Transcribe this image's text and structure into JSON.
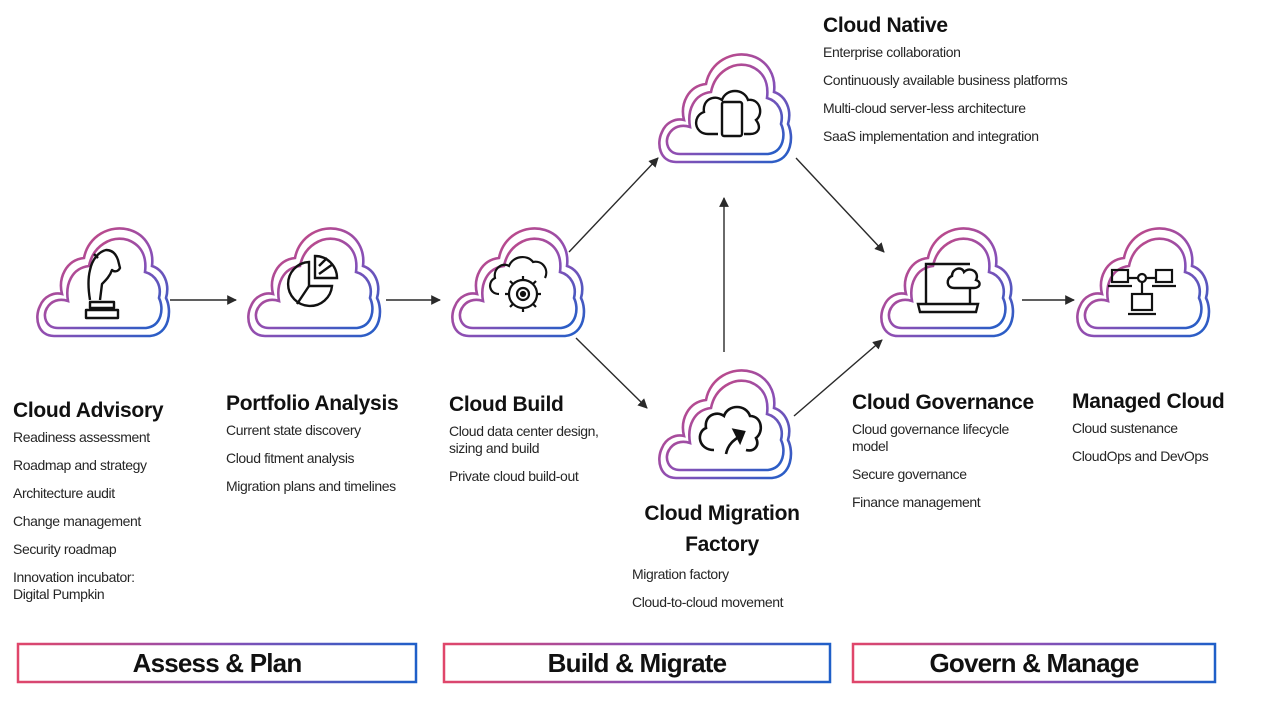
{
  "colors": {
    "gradient_start": "#e0466a",
    "gradient_mid": "#8b4fb5",
    "gradient_end": "#1f5fc8",
    "arrow": "#2a2a2a"
  },
  "stages": [
    {
      "id": "cloud-advisory",
      "title": "Cloud Advisory",
      "icon": "chess-knight-icon",
      "items": [
        "Readiness assessment",
        "Roadmap and strategy",
        "Architecture audit",
        "Change management",
        "Security roadmap",
        "Innovation incubator: Digital Pumpkin"
      ]
    },
    {
      "id": "portfolio-analysis",
      "title": "Portfolio Analysis",
      "icon": "pie-chart-icon",
      "items": [
        "Current state discovery",
        "Cloud fitment analysis",
        "Migration plans and timelines"
      ]
    },
    {
      "id": "cloud-build",
      "title": "Cloud Build",
      "icon": "cloud-gear-icon",
      "items": [
        "Cloud data center design, sizing and build",
        "Private cloud build-out"
      ]
    },
    {
      "id": "cloud-native",
      "title": "Cloud Native",
      "icon": "cloud-mobile-icon",
      "items": [
        "Enterprise collaboration",
        "Continuously available business platforms",
        "Multi-cloud server-less architecture",
        "SaaS implementation and integration"
      ]
    },
    {
      "id": "cloud-migration-factory",
      "title": "Cloud Migration Factory",
      "icon": "cloud-upload-icon",
      "items": [
        "Migration factory",
        "Cloud-to-cloud movement"
      ]
    },
    {
      "id": "cloud-governance",
      "title": "Cloud Governance",
      "icon": "laptop-cloud-icon",
      "items": [
        "Cloud governance lifecycle model",
        "Secure governance",
        "Finance management"
      ]
    },
    {
      "id": "managed-cloud",
      "title": "Managed Cloud",
      "icon": "network-computers-icon",
      "items": [
        "Cloud sustenance",
        "CloudOps and DevOps"
      ]
    }
  ],
  "flows": [
    {
      "from": "Cloud Advisory",
      "to": "Portfolio Analysis"
    },
    {
      "from": "Portfolio Analysis",
      "to": "Cloud Build"
    },
    {
      "from": "Cloud Build",
      "to": "Cloud Native"
    },
    {
      "from": "Cloud Build",
      "to": "Cloud Migration Factory"
    },
    {
      "from": "Cloud Migration Factory",
      "to": "Cloud Native"
    },
    {
      "from": "Cloud Native",
      "to": "Cloud Governance"
    },
    {
      "from": "Cloud Migration Factory",
      "to": "Cloud Governance"
    },
    {
      "from": "Cloud Governance",
      "to": "Managed Cloud"
    }
  ],
  "phases": [
    "Assess & Plan",
    "Build & Migrate",
    "Govern & Manage"
  ]
}
